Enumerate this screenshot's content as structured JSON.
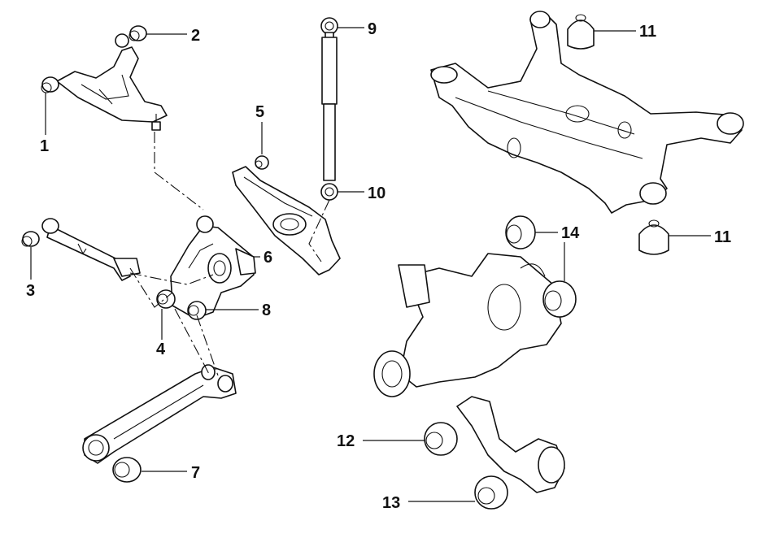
{
  "diagram": {
    "callouts": [
      {
        "id": "c1",
        "label": "1"
      },
      {
        "id": "c2",
        "label": "2"
      },
      {
        "id": "c3",
        "label": "3"
      },
      {
        "id": "c4",
        "label": "4"
      },
      {
        "id": "c5",
        "label": "5"
      },
      {
        "id": "c6",
        "label": "6"
      },
      {
        "id": "c7",
        "label": "7"
      },
      {
        "id": "c8",
        "label": "8"
      },
      {
        "id": "c9",
        "label": "9"
      },
      {
        "id": "c10",
        "label": "10"
      },
      {
        "id": "c11a",
        "label": "11"
      },
      {
        "id": "c11b",
        "label": "11"
      },
      {
        "id": "c12",
        "label": "12"
      },
      {
        "id": "c13",
        "label": "13"
      },
      {
        "id": "c14",
        "label": "14"
      }
    ]
  }
}
